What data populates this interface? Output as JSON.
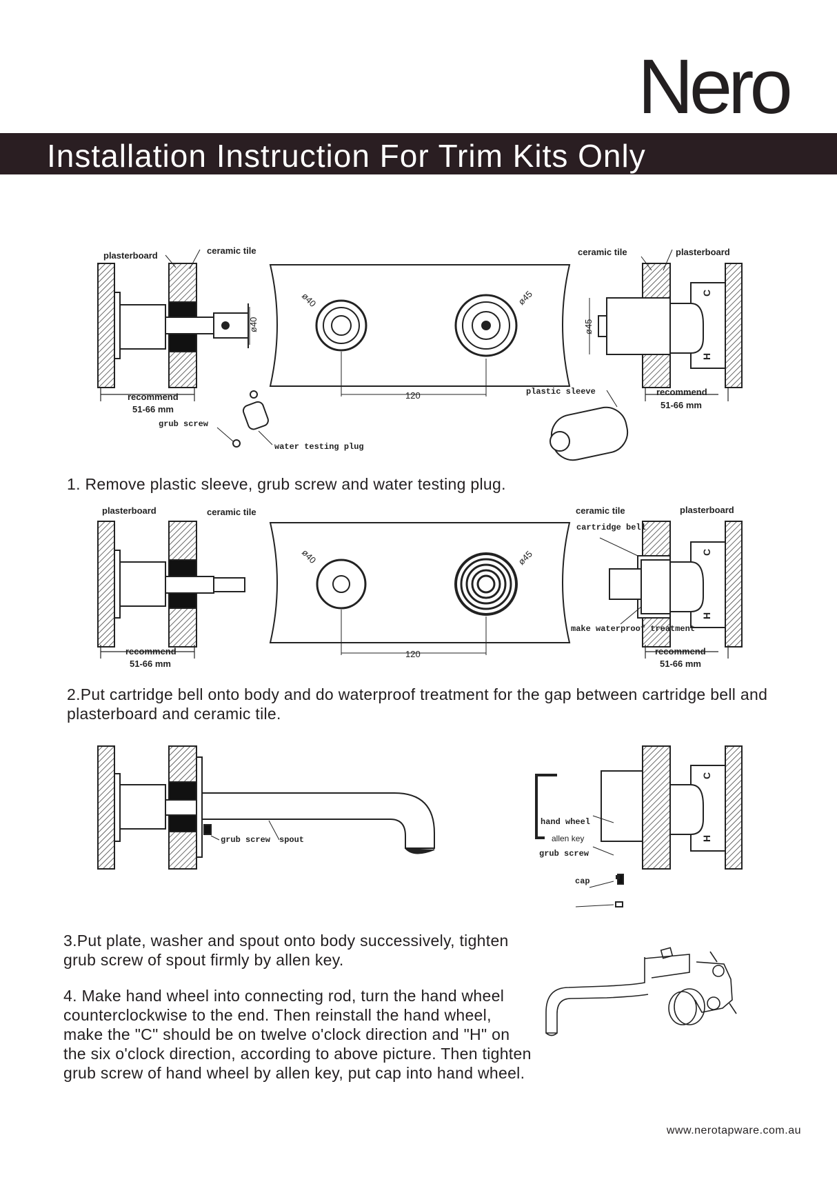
{
  "brand": {
    "logo": "Nero"
  },
  "banner": {
    "title": "Installation Instruction For Trim Kits Only"
  },
  "diagram1": {
    "plasterboard_left": "plasterboard",
    "ceramic_tile_left": "ceramic tile",
    "ceramic_tile_right": "ceramic tile",
    "plasterboard_right": "plasterboard",
    "dia40_a": "ø40",
    "dia40_b": "ø40",
    "dia45_a": "ø45",
    "dia45_b": "ø45",
    "spacing": "120",
    "recommend_left": "recommend",
    "range_left": "51-66 mm",
    "recommend_right": "recommend",
    "range_right": "51-66 mm",
    "grub_screw": "grub screw",
    "water_testing_plug": "water testing plug",
    "plastic_sleeve": "plastic sleeve",
    "c_mark": "C",
    "h_mark": "H"
  },
  "step1": "1. Remove plastic sleeve, grub screw and water testing plug.",
  "diagram2": {
    "plasterboard_left": "plasterboard",
    "ceramic_tile_left": "ceramic tile",
    "ceramic_tile_right": "ceramic tile",
    "plasterboard_right": "plasterboard",
    "cartridge_bell": "cartridge bell",
    "dia40": "ø40",
    "dia45": "ø45",
    "spacing": "120",
    "make_waterproof": "make waterproof treatment",
    "recommend_left": "recommend",
    "range_left": "51-66 mm",
    "recommend_right": "recommend",
    "range_right": "51-66 mm",
    "c_mark": "C",
    "h_mark": "H"
  },
  "step2": "2.Put cartridge bell onto body and do waterproof treatment for the gap between cartridge bell and plasterboard and ceramic tile.",
  "diagram3": {
    "grub_screw_spout": "grub screw",
    "spout": "spout",
    "hand_wheel": "hand wheel",
    "allen_key": "allen key",
    "grub_screw": "grub screw",
    "cap": "cap",
    "c_mark": "C",
    "h_mark": "H"
  },
  "step3": "3.Put plate, washer and spout onto body successively, tighten grub screw of spout firmly by allen key.",
  "step4": "4. Make hand wheel into connecting rod, turn the hand wheel counterclockwise to the end. Then reinstall the hand wheel, make the \"C\" should be on twelve o'clock direction and \"H\" on the six o'clock direction, according to above picture. Then tighten grub screw of hand wheel by allen key, put cap into hand wheel.",
  "footer": {
    "website": "www.nerotapware.com.au"
  }
}
